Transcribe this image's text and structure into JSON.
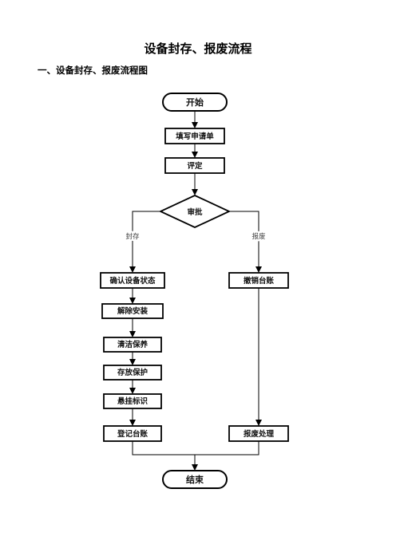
{
  "document": {
    "title": "设备封存、报废流程",
    "section_heading": "一、设备封存、报废流程图"
  },
  "flowchart": {
    "start": "开始",
    "end": "结束",
    "steps": {
      "fill_form": "填写申请单",
      "evaluate": "评定",
      "approve": "审批",
      "confirm_status": "确认设备状态",
      "uninstall": "解除安装",
      "clean": "清洁保养",
      "store": "存放保护",
      "tag": "悬挂标识",
      "register_ledger": "登记台账",
      "cancel_ledger": "撤销台账",
      "scrap_handling": "报废处理"
    },
    "branches": {
      "seal": "封存",
      "scrap": "报废"
    }
  }
}
